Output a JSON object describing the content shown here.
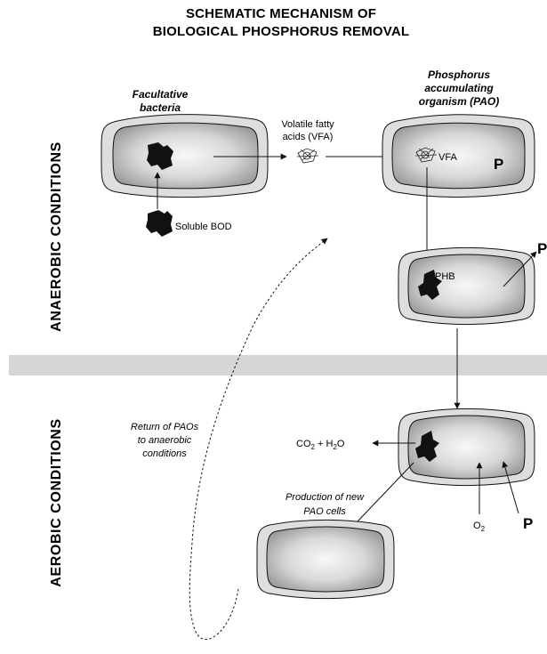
{
  "title": {
    "line1": "SCHEMATIC MECHANISM OF",
    "line2": "BIOLOGICAL PHOSPHORUS REMOVAL"
  },
  "zones": {
    "anaerobic": "ANAEROBIC CONDITIONS",
    "aerobic": "AEROBIC CONDITIONS"
  },
  "labels": {
    "facultative_line1": "Facultative",
    "facultative_line2": "bacteria",
    "pao_line1": "Phosphorus",
    "pao_line2": "accumulating",
    "pao_line3": "organism (PAO)",
    "vfa_line1": "Volatile fatty",
    "vfa_line2": "acids (VFA)",
    "vfa_short": "VFA",
    "soluble_bod": "Soluble BOD",
    "phb": "PHB",
    "p": "P",
    "return_line1": "Return of PAOs",
    "return_line2": "to anaerobic",
    "return_line3": "conditions",
    "production_line1": "Production of new",
    "production_line2": "PAO cells",
    "co2_base": "CO",
    "co2_sub": "2",
    "co2_plus": " + H",
    "h2o_sub": "2",
    "h2o_end": "O",
    "o2_base": "O",
    "o2_sub": "2"
  },
  "colors": {
    "divider": "#d6d6d6",
    "cell_outer": "#dedede",
    "cell_inner_center": "#f7f7f7",
    "cell_inner_edge": "#9a9a9a"
  }
}
